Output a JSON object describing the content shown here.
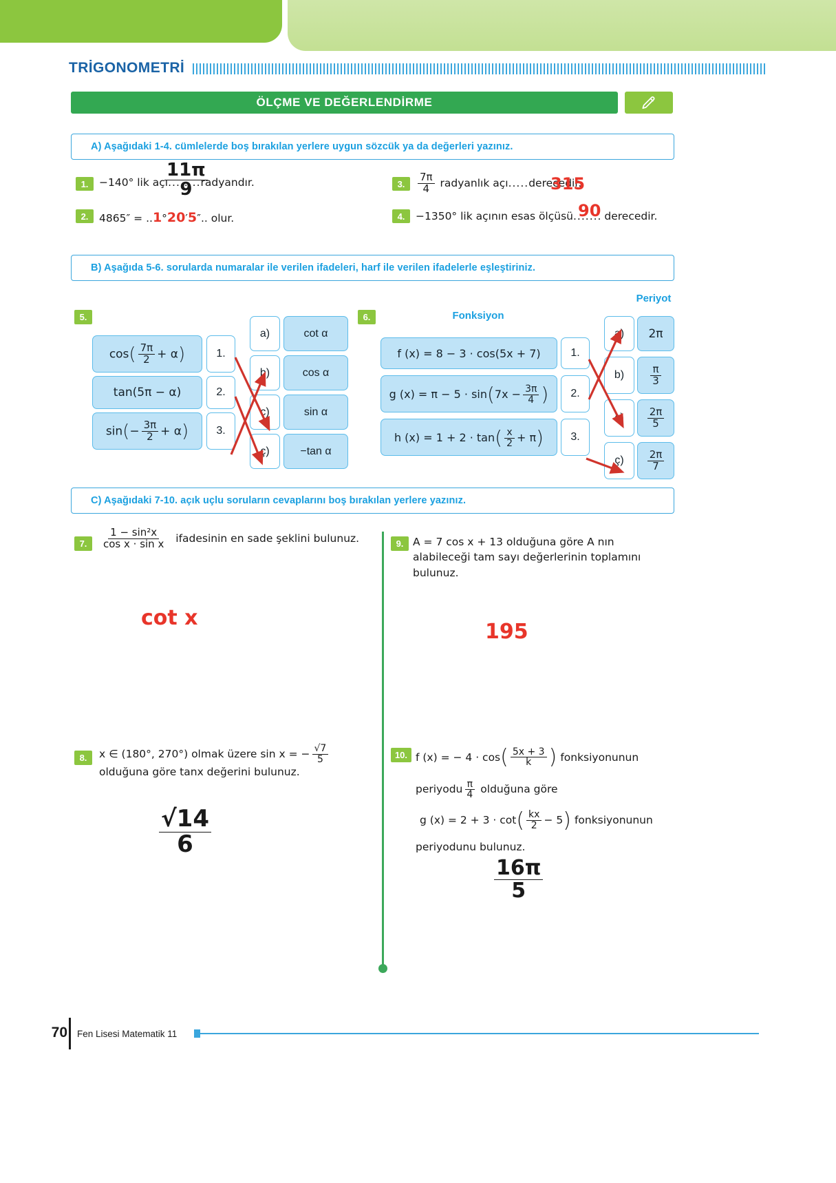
{
  "header": {
    "chapter": "TRİGONOMETRİ",
    "banner_title": "ÖLÇME VE DEĞERLENDİRME",
    "pen_icon": "pencil-icon"
  },
  "sections": {
    "a": "A) Aşağıdaki 1-4. cümlelerde boş bırakılan yerlere uygun sözcük ya da değerleri yazınız.",
    "b": "B) Aşağıda 5-6. sorularda numaralar ile verilen ifadeleri, harf ile verilen ifadelerle eşleştiriniz.",
    "c": "C) Aşağıdaki 7-10. açık uçlu soruların cevaplarını boş bırakılan yerlere yazınız."
  },
  "fill_in": [
    {
      "num": "1.",
      "text_before": "−140° lik açı",
      "text_after": "radyandır.",
      "blank_dots": "........",
      "answer_num": "11π",
      "answer_den": "9"
    },
    {
      "num": "2.",
      "text_before": "4865″ = ..",
      "text_after": ".. olur.",
      "answer_deg": "1",
      "answer_min": "20",
      "answer_sec": "5",
      "unit_deg": "°",
      "unit_min": "′",
      "unit_sec": "″"
    },
    {
      "num": "3.",
      "frac_num": "7π",
      "frac_den": "4",
      "text_mid": "radyanlık açı",
      "text_after": "derecedir.",
      "blank_dots": ".....",
      "answer": "315"
    },
    {
      "num": "4.",
      "text_before": "−1350° lik açının esas ölçüsü",
      "text_after": ". derecedir.",
      "blank_dots": "......",
      "answer": "90"
    }
  ],
  "match5": {
    "num": "5.",
    "left_items": [
      {
        "label": "1.",
        "expr_parts": {
          "fn": "cos",
          "open": "(",
          "num": "7π",
          "den": "2",
          "op": "+ α",
          "close": ")"
        }
      },
      {
        "label": "2.",
        "expr_plain": "tan(5π − α)"
      },
      {
        "label": "3.",
        "expr_parts": {
          "fn": "sin",
          "open": "(",
          "num": "3π",
          "den": "2",
          "op": "+ α",
          "close": ")",
          "minus": "−"
        }
      }
    ],
    "right_items": [
      {
        "label": "a)",
        "value": "cot α"
      },
      {
        "label": "b)",
        "value": "cos α"
      },
      {
        "label": "c)",
        "value": "sin α"
      },
      {
        "label": "ç)",
        "value": "−tan α"
      }
    ],
    "answers": [
      {
        "from": "1.",
        "to": "c)"
      },
      {
        "from": "2.",
        "to": "ç)"
      },
      {
        "from": "3.",
        "to": "b)"
      }
    ]
  },
  "match6": {
    "num": "6.",
    "col_left_title": "Fonksiyon",
    "col_right_title": "Periyot",
    "left_items": [
      {
        "label": "1.",
        "expr": "f (x) = 8 − 3 · cos(5x + 7)"
      },
      {
        "label": "2.",
        "expr_fn": "g (x) = π − 5 · sin",
        "expr_num": "3π",
        "expr_den": "4",
        "expr_pre": "7x −"
      },
      {
        "label": "3.",
        "expr_fn": "h (x) = 1 + 2 · tan",
        "expr_num": "x",
        "expr_den": "2",
        "expr_post": "+ π"
      }
    ],
    "right_items": [
      {
        "label": "a)",
        "value_num": "2π",
        "value_den": ""
      },
      {
        "label": "b)",
        "value_num": "π",
        "value_den": "3"
      },
      {
        "label": "c)",
        "value_num": "2π",
        "value_den": "5"
      },
      {
        "label": "ç)",
        "value_num": "2π",
        "value_den": "7"
      }
    ],
    "answers": [
      {
        "from": "1.",
        "to": "c)"
      },
      {
        "from": "2.",
        "to": "a)"
      }
    ]
  },
  "open_questions": [
    {
      "num": "7.",
      "frac_num": "1 − sin²x",
      "frac_den": "cos x · sin x",
      "text": "ifadesinin en sade şeklini bulunuz.",
      "answer": "cot x"
    },
    {
      "num": "9.",
      "line1": "A = 7 cos x + 13  olduğuna göre A nın",
      "line2": "alabileceği tam sayı değerlerinin toplamını",
      "line3": "bulunuz.",
      "answer": "195"
    },
    {
      "num": "8.",
      "line1_a": "x ∈ (180°, 270°) olmak üzere  sin x = −",
      "line1_num": "√7",
      "line1_den": "5",
      "line2": "olduğuna göre tanx değerini bulunuz.",
      "answer_num": "√14",
      "answer_den": "6"
    },
    {
      "num": "10.",
      "line1_a": "f (x) = − 4 · cos",
      "line1_num": "5x + 3",
      "line1_den": "k",
      "line1_b": "fonksiyonunun",
      "line2_a": "periyodu",
      "line2_num": "π",
      "line2_den": "4",
      "line2_b": "olduğuna göre",
      "line3_a": "g (x) = 2 + 3 · cot",
      "line3_num": "kx",
      "line3_den": "2",
      "line3_op": "− 5",
      "line3_b": "fonksiyonunun",
      "line4": "periyodunu bulunuz.",
      "answer_num": "16π",
      "answer_den": "5"
    }
  ],
  "footer": {
    "page_number": "70",
    "book_title": "Fen Lisesi Matematik 11"
  },
  "colors": {
    "brand_blue": "#1ba0e0",
    "banner_green": "#33a852",
    "badge_green": "#8cc63f",
    "answer_red": "#e8352a",
    "box_fill": "#bfe3f7",
    "box_border": "#5cbcea"
  }
}
